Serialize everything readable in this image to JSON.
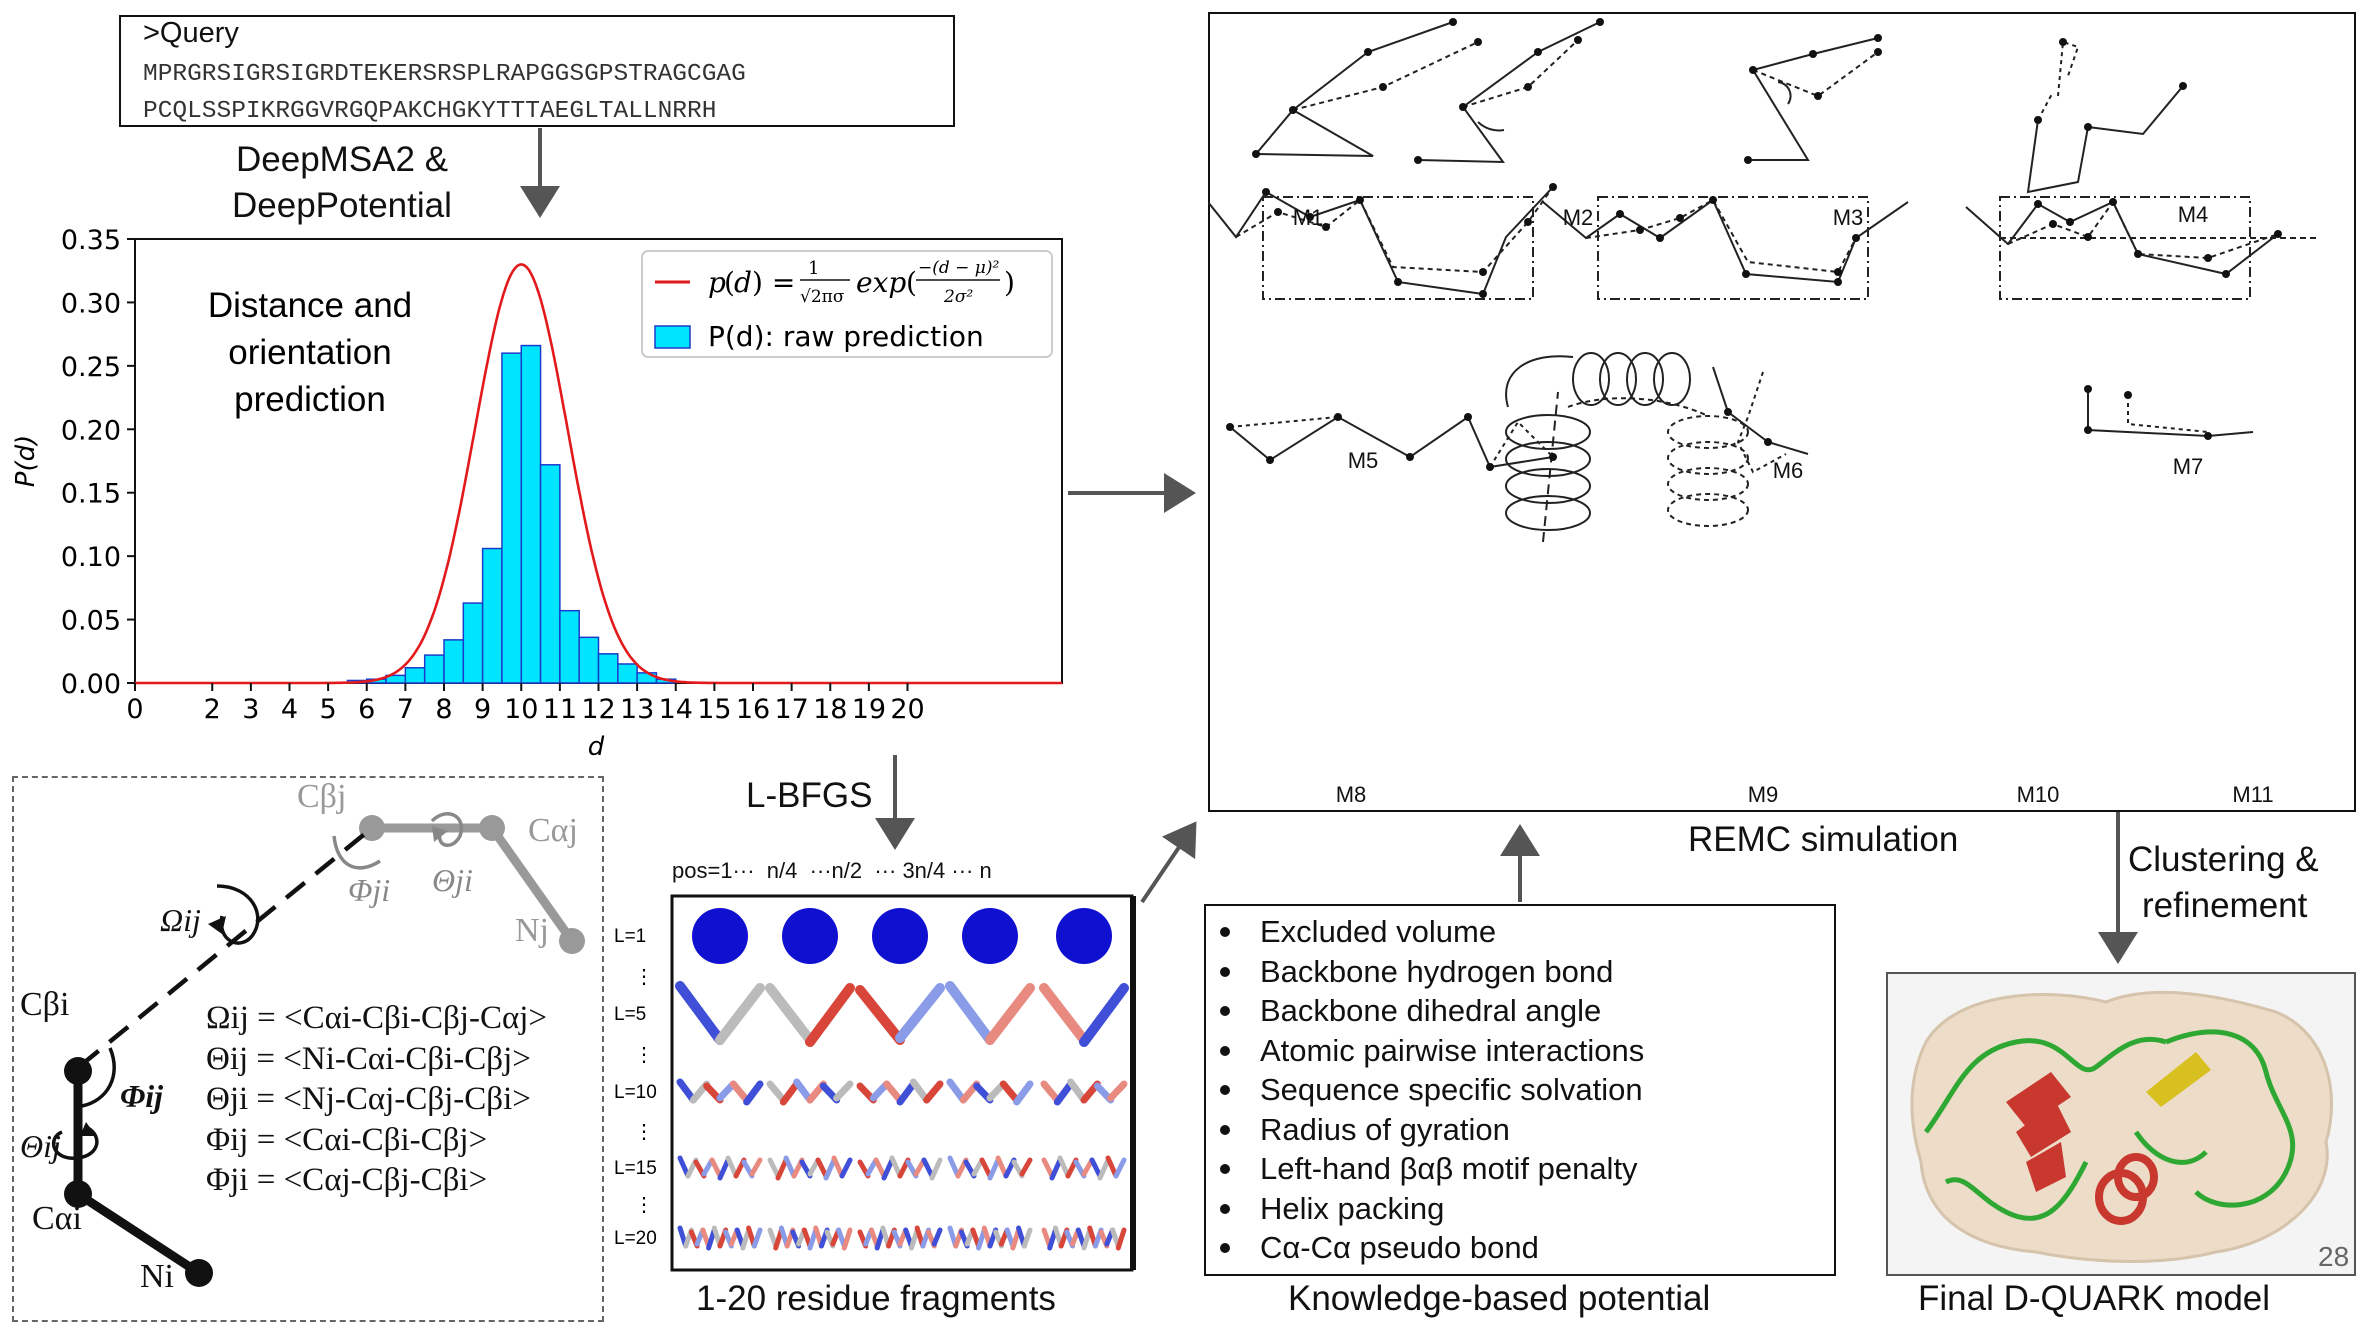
{
  "query": {
    "header": ">Query",
    "line1": "MPRGRSIGRSIGRDTEKERSRSPLRAPGGSGPSTRAGCGAG",
    "line2": "PCQLSSPIKRGGVRGQPAKCHGKYTTTAEGLTALLNRRH"
  },
  "steps": {
    "msa1": "DeepMSA2 &",
    "msa2": "DeepPotential",
    "lbfgs": "L-BFGS",
    "cluster1": "Clustering &",
    "cluster2": "refinement"
  },
  "chart_data": {
    "type": "bar",
    "xlabel": "d",
    "ylabel": "P(d)",
    "xlim": [
      0,
      24
    ],
    "ylim": [
      0,
      0.35
    ],
    "xticks": [
      0,
      2,
      3,
      4,
      5,
      6,
      7,
      8,
      9,
      10,
      11,
      12,
      13,
      14,
      15,
      16,
      17,
      18,
      19,
      20
    ],
    "yticks": [
      0.0,
      0.05,
      0.1,
      0.15,
      0.2,
      0.25,
      0.3,
      0.35
    ],
    "ytick_labels": [
      "0.00",
      "0.05",
      "0.10",
      "0.15",
      "0.20",
      "0.25",
      "0.30",
      "0.35"
    ],
    "annotation": [
      "Distance and",
      "orientation",
      "prediction"
    ],
    "bar_width": 0.5,
    "bars_x": [
      5.75,
      6.25,
      6.75,
      7.25,
      7.75,
      8.25,
      8.75,
      9.25,
      9.75,
      10.25,
      10.75,
      11.25,
      11.75,
      12.25,
      12.75,
      13.25,
      13.75
    ],
    "bars_y": [
      0.002,
      0.003,
      0.006,
      0.012,
      0.022,
      0.034,
      0.063,
      0.106,
      0.26,
      0.266,
      0.172,
      0.057,
      0.036,
      0.023,
      0.015,
      0.008,
      0.003
    ],
    "curve": {
      "mu": 10,
      "sigma": 1.2,
      "peak": 0.33
    },
    "legend": {
      "curve_label": "p(d) = 1/(√(2π)σ) exp(−(d−μ)²/2σ²)",
      "bars_label": "P(d): raw prediction",
      "position": "top-right"
    },
    "series_colors": {
      "curve": "#e31a1c",
      "bars": "#00e5ff",
      "bar_edge": "#1a3ccc"
    }
  },
  "orientation": {
    "atoms": {
      "cbj": "Cβj",
      "caj": "Cαj",
      "nj": "Nj",
      "cbi": "Cβi",
      "cai": "Cαi",
      "ni": "Ni"
    },
    "angles": {
      "omega": "Ωij",
      "phi_ij": "Φij",
      "theta_ij": "Θij",
      "phi_ji": "Φji",
      "theta_ji": "Θji"
    },
    "definitions": [
      "Ωij = <Cαi-Cβi-Cβj-Cαj>",
      "Θij = <Ni-Cαi-Cβi-Cβj>",
      "Θji = <Nj-Cαj-Cβj-Cβi>",
      "Φij = <Cαi-Cβi-Cβj>",
      "Φji = <Cαj-Cβj-Cβi>"
    ]
  },
  "fragments": {
    "header": "pos=1···  n/4  ···n/2  ··· 3n/4 ··· n",
    "rows": [
      "L=1",
      "L=5",
      "L=10",
      "L=15",
      "L=20"
    ],
    "caption": "1-20 residue fragments"
  },
  "remc": {
    "moves": [
      "M1",
      "M2",
      "M3",
      "M4",
      "M5",
      "M6",
      "M7",
      "M8",
      "M9",
      "M10",
      "M11"
    ],
    "caption": "REMC simulation"
  },
  "potential": {
    "terms": [
      "Excluded volume",
      "Backbone hydrogen bond",
      "Backbone dihedral angle",
      "Atomic pairwise interactions",
      "Sequence specific solvation",
      "Radius of gyration",
      "Left-hand βαβ motif penalty",
      "Helix packing",
      "Cα-Cα pseudo bond"
    ],
    "caption": "Knowledge-based potential"
  },
  "model": {
    "caption": "Final D-QUARK model",
    "page_number": "28"
  },
  "colors": {
    "arrow": "#555555",
    "blue_sphere": "#1010d0",
    "helix_red": "#c8382f",
    "coil_green": "#2ea832",
    "strand_yellow": "#d8c020",
    "surface": "#ecdcc8",
    "gray_atom": "#999999"
  }
}
